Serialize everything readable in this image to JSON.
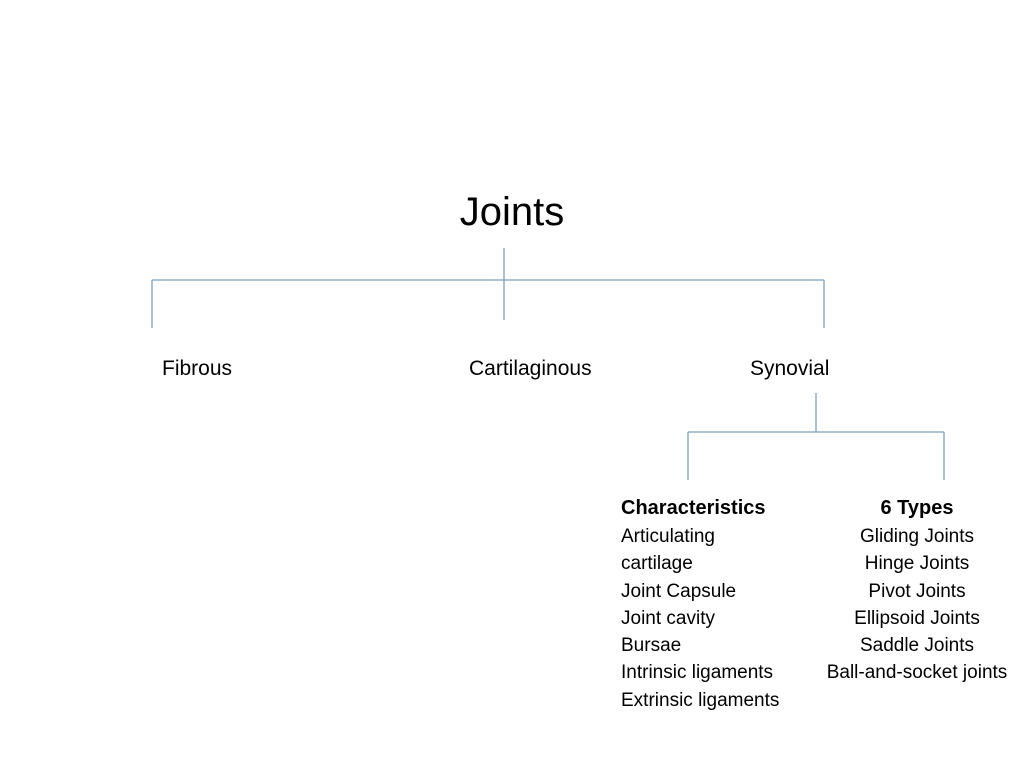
{
  "diagram": {
    "title": "Joints",
    "categories": [
      {
        "label": "Fibrous"
      },
      {
        "label": "Cartilaginous"
      },
      {
        "label": "Synovial"
      }
    ],
    "synovial": {
      "characteristics": {
        "heading": "Characteristics",
        "items": [
          "Articulating",
          "cartilage",
          "Joint Capsule",
          "Joint cavity",
          "Bursae",
          "Intrinsic ligaments",
          "Extrinsic ligaments"
        ]
      },
      "types": {
        "heading": "6 Types",
        "items": [
          "Gliding Joints",
          "Hinge Joints",
          "Pivot Joints",
          "Ellipsoid Joints",
          "Saddle Joints",
          "Ball-and-socket joints"
        ]
      }
    },
    "connector_color": "#7f9fbf"
  }
}
